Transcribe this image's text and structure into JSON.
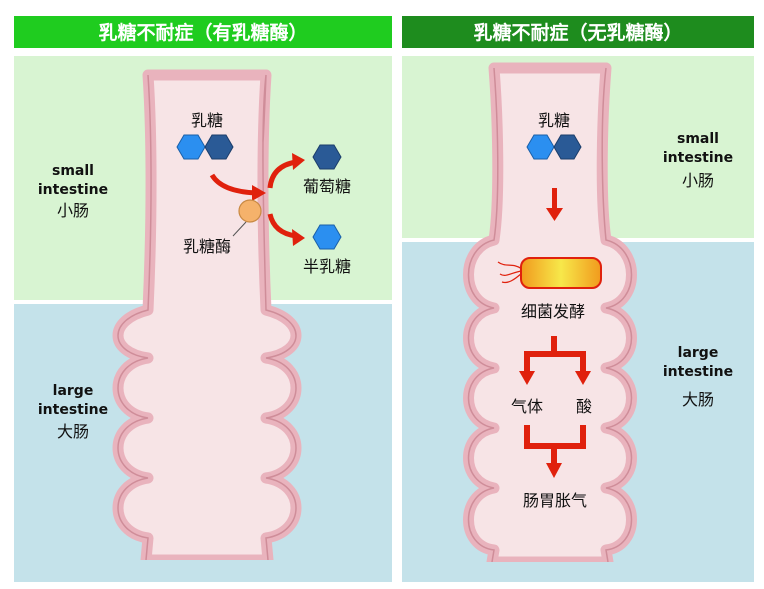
{
  "left_panel": {
    "title": "乳糖不耐症（有乳糖酶）",
    "small_intestine": {
      "en_line1": "small",
      "en_line2": "intestine",
      "cn": "小肠"
    },
    "large_intestine": {
      "en_line1": "large",
      "en_line2": "intestine",
      "cn": "大肠"
    },
    "labels": {
      "lactose": "乳糖",
      "glucose": "葡萄糖",
      "galactose": "半乳糖",
      "lactase": "乳糖酶"
    }
  },
  "right_panel": {
    "title": "乳糖不耐症（无乳糖酶）",
    "small_intestine": {
      "en_line1": "small",
      "en_line2": "intestine",
      "cn": "小肠"
    },
    "large_intestine": {
      "en_line1": "large",
      "en_line2": "intestine",
      "cn": "大肠"
    },
    "labels": {
      "lactose": "乳糖",
      "bacterial_fermentation": "细菌发酵",
      "gas": "气体",
      "acid": "酸",
      "bloating": "肠胃胀气"
    }
  },
  "colors": {
    "title_left": "#1fcc1f",
    "title_right": "#1e8c1e",
    "small_intestine_bg": "#d8f4d2",
    "large_intestine_bg": "#c4e2ea",
    "intestine_wall": "#e9b3bd",
    "intestine_inner": "#f7e4e6",
    "glucose_hex": "#2a5a96",
    "galactose_hex": "#2b8ff0",
    "lactase_circle": "#f5b26b",
    "arrow": "#e0210d",
    "bacterium_fill": "#f3b520"
  }
}
